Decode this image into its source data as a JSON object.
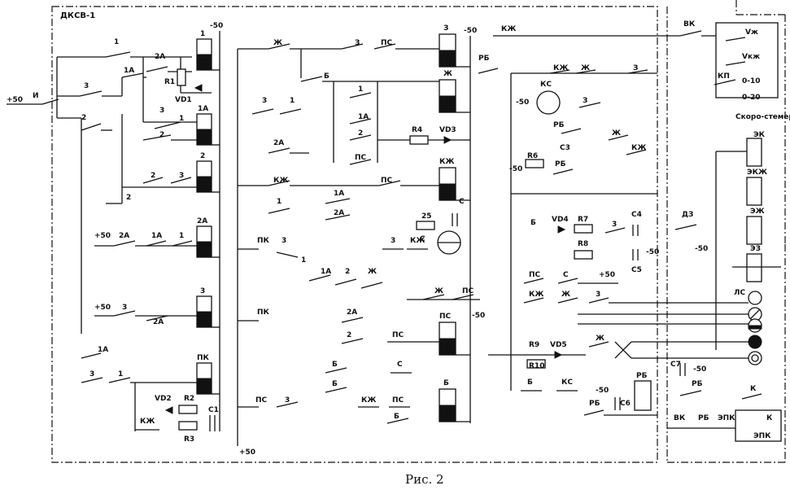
{
  "figure": {
    "caption": "Рис. 2",
    "block_title": "ДКСВ-1"
  },
  "supply": {
    "minus50": "-50",
    "plus50": "+50"
  },
  "relays": {
    "r1": "1",
    "r1a": "1А",
    "r2": "2",
    "r2a": "2А",
    "r3": "3",
    "rpk": "ПК",
    "rz": "З",
    "rzh": "Ж",
    "rkzh": "КЖ",
    "rps": "ПС",
    "rb": "Б",
    "rs": "С"
  },
  "contacts": {
    "i": "И",
    "rb": "РБ",
    "ks": "КС",
    "vk": "ВК",
    "k": "К",
    "epk": "ЭПК",
    "lc": "ЛС"
  },
  "components": {
    "R1": "R1",
    "VD1": "VD1",
    "VD2": "VD2",
    "R2": "R2",
    "R3": "R3",
    "C1": "C1",
    "R4": "R4",
    "VD3": "VD3",
    "R25": "25",
    "C": "C",
    "R6": "R6",
    "C3": "C3",
    "VD4": "VD4",
    "R7": "R7",
    "R8": "R8",
    "C4": "C4",
    "C5": "C5",
    "DZ": "ДЗ",
    "R9": "R9",
    "VD5": "VD5",
    "R10": "R10",
    "C6": "C6",
    "C7": "C7"
  },
  "right_panel": {
    "speedometer": "Скоро-стемер",
    "vzh": "Vж",
    "vkzh": "Vкж",
    "kp": "КП",
    "range1": "0-10",
    "range2": "0-20",
    "ek": "ЭК",
    "ekzh": "ЭКЖ",
    "ezh": "ЭЖ",
    "ez": "ЭЗ"
  }
}
